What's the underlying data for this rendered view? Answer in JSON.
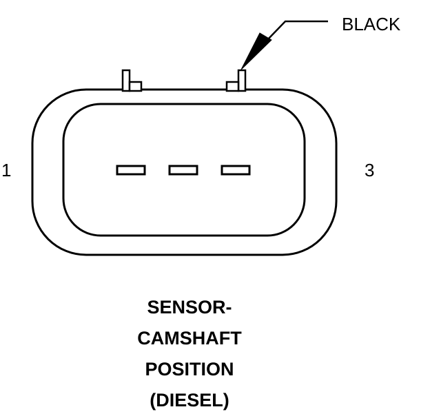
{
  "connector": {
    "wire_color_label": "BLACK",
    "pin_left_label": "1",
    "pin_right_label": "3",
    "terminal_count": 3
  },
  "caption": {
    "lines": [
      "SENSOR-",
      "CAMSHAFT",
      "POSITION",
      "(DIESEL)"
    ]
  },
  "colors": {
    "line": "#000000",
    "background": "#ffffff"
  }
}
